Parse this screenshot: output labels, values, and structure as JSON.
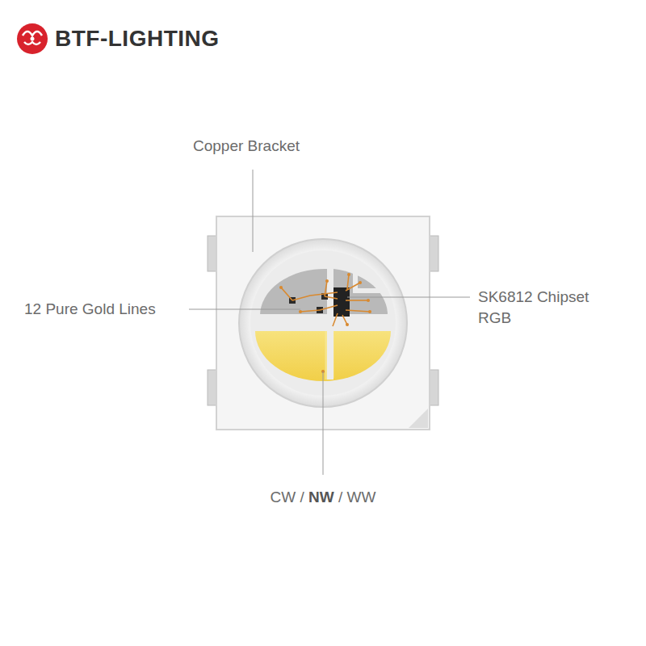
{
  "diagram": {
    "labels": [
      "BTF-LIGHTING",
      "Copper Bracket",
      "12 Pure Gold Lines",
      "SK6812 Chipset RGB",
      "CW / NW / WW"
    ]
  }
}
